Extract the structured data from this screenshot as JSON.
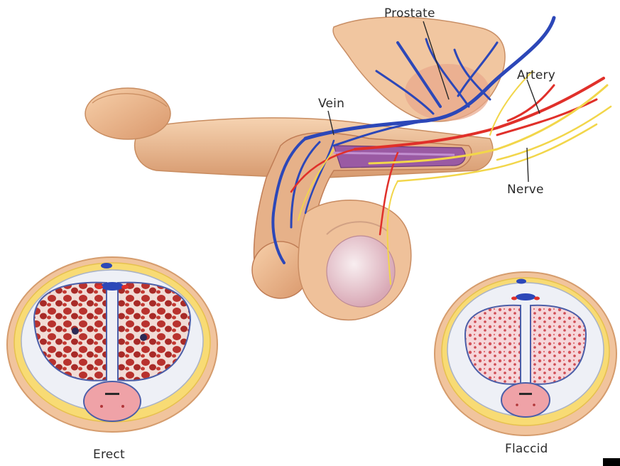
{
  "labels": {
    "prostate": "Prostate",
    "artery": "Artery",
    "vein": "Vein",
    "nerve": "Nerve",
    "erect": "Erect",
    "flaccid": "Flaccid"
  },
  "colors": {
    "skin": "#f2c39a",
    "skin_shade": "#d99a6f",
    "vein": "#2c47b8",
    "artery": "#e0302a",
    "nerve": "#f2d64a",
    "erectile_tissue_erect": "#b8322e",
    "erectile_tissue_flaccid": "#f4c9cf",
    "urethra": "#efa2a7"
  }
}
